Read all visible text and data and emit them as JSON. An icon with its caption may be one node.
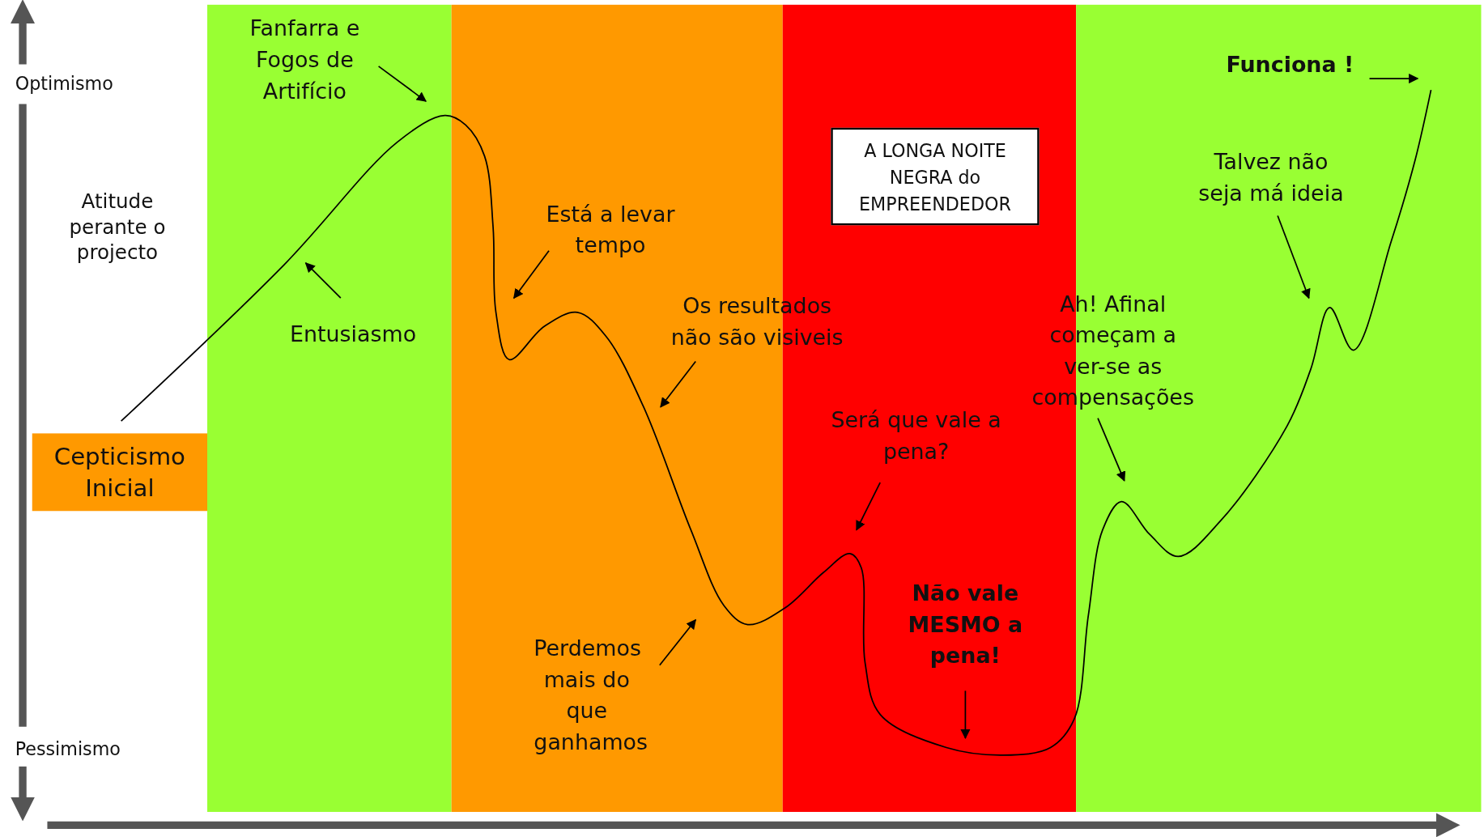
{
  "diagram": {
    "nodes": [
      {
        "text": [
          "Cepticismo Inicial"
        ]
      },
      {
        "text": [
          "A LONGA NOITE NEGRA do EMPREENDEDOR"
        ]
      },
      {
        "text": [
          "Fanfarra e Fogos de Artifício"
        ]
      },
      {
        "text": [
          "Entusiasmo"
        ]
      },
      {
        "text": [
          "Está a levar tempo"
        ]
      },
      {
        "text": [
          "Os resultados não são visiveis"
        ]
      },
      {
        "text": [
          "Será que vale a pena?"
        ]
      },
      {
        "text": [
          "Perdemos mais do que ganhamos"
        ]
      },
      {
        "text": [
          "Não vale MESMO a pena!"
        ]
      },
      {
        "text": [
          "Ah! Afinal começam a ver-se as compensações"
        ]
      },
      {
        "text": [
          "Talvez não seja má ideia"
        ]
      },
      {
        "text": [
          "Funciona !"
        ]
      }
    ],
    "edges": [
      {
        "from": 2,
        "to": null,
        "arrow": "to"
      },
      {
        "from": 3,
        "to": null,
        "arrow": "to"
      },
      {
        "from": 4,
        "to": null,
        "arrow": "to"
      },
      {
        "from": 5,
        "to": null,
        "arrow": "to"
      },
      {
        "from": 6,
        "to": null,
        "arrow": "to"
      },
      {
        "from": 7,
        "to": null,
        "arrow": "to"
      },
      {
        "from": 8,
        "to": null,
        "arrow": "to"
      },
      {
        "from": 9,
        "to": null,
        "arrow": "to"
      },
      {
        "from": 10,
        "to": null,
        "arrow": "to"
      },
      {
        "from": 11,
        "to": null,
        "arrow": "to"
      }
    ],
    "labels": [
      "Optimismo",
      "Atitude perante o projecto",
      "Pessimismo"
    ]
  }
}
